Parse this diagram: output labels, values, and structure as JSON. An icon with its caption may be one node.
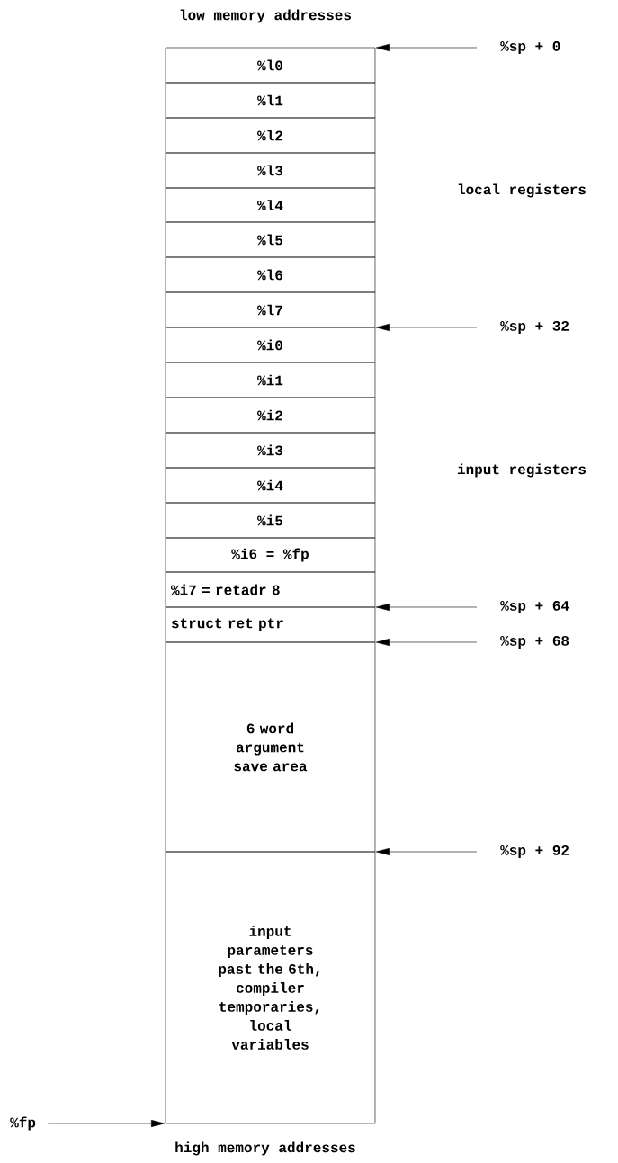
{
  "diagram": {
    "nodes": [
      {
        "text": [
          "%l0"
        ]
      },
      {
        "text": [
          "%l1"
        ]
      },
      {
        "text": [
          "%l2"
        ]
      },
      {
        "text": [
          "%l3"
        ]
      },
      {
        "text": [
          "%l4"
        ]
      },
      {
        "text": [
          "%l5"
        ]
      },
      {
        "text": [
          "%l6"
        ]
      },
      {
        "text": [
          "%l7"
        ]
      },
      {
        "text": [
          "%i0"
        ]
      },
      {
        "text": [
          "%i1"
        ]
      },
      {
        "text": [
          "%i2"
        ]
      },
      {
        "text": [
          "%i3"
        ]
      },
      {
        "text": [
          "%i4"
        ]
      },
      {
        "text": [
          "%i5"
        ]
      },
      {
        "text": [
          "%i6 = %fp"
        ]
      },
      {
        "text": [
          "%i7 = retadr 8"
        ]
      },
      {
        "text": [
          "struct ret ptr"
        ]
      },
      {
        "text": [
          "6 word argument save area"
        ]
      },
      {
        "text": [
          "input parameters past the 6th, compiler temporaries, local variables"
        ]
      },
      {
        "text": [
          "%sp + 0"
        ]
      },
      {
        "text": [
          "%sp + 32"
        ]
      },
      {
        "text": [
          "%sp + 64"
        ]
      },
      {
        "text": [
          "%sp + 68"
        ]
      },
      {
        "text": [
          "%sp + 92"
        ]
      },
      {
        "text": [
          "%fp"
        ]
      }
    ],
    "edges": [
      {
        "from": 19,
        "to": 0,
        "arrow": "to"
      },
      {
        "from": 20,
        "to": 8,
        "arrow": "to"
      },
      {
        "from": 21,
        "to": 16,
        "arrow": "to"
      },
      {
        "from": 22,
        "to": 17,
        "arrow": "to"
      },
      {
        "from": 23,
        "to": 18,
        "arrow": "to"
      },
      {
        "from": 24,
        "to": 18,
        "arrow": "to"
      }
    ],
    "labels": [
      "low memory addresses",
      "local registers",
      "input registers",
      "high memory addresses"
    ]
  }
}
